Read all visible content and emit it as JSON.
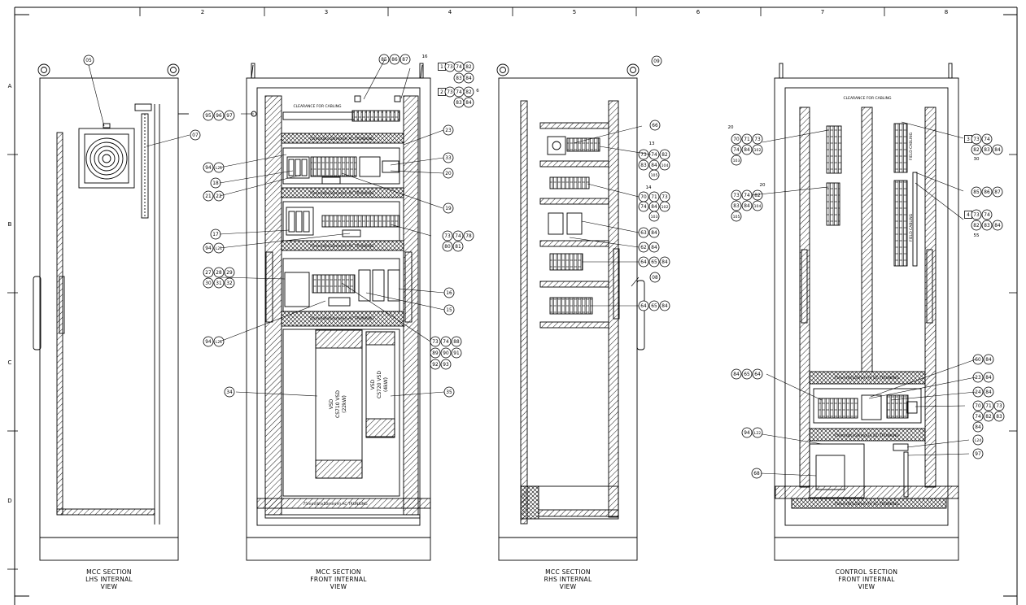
{
  "sheet": {
    "columns": [
      "2",
      "3",
      "4",
      "5",
      "6",
      "7",
      "8"
    ],
    "rows": [
      "A",
      "B",
      "C",
      "D"
    ]
  },
  "views": {
    "lhs": {
      "caption": [
        "MCC SECTION",
        "LHS INTERNAL",
        "VIEW"
      ]
    },
    "front": {
      "caption": [
        "MCC SECTION",
        "FRONT INTERNAL",
        "VIEW"
      ],
      "clearance": "CLEARANCE FOR CABLING",
      "trunking": "75mm(W)x50mm(H) AC TRUNKING",
      "vsd1": [
        "VSD",
        "CS710 VSD",
        "(22kW)"
      ],
      "vsd2": [
        "VSD",
        "CS720 VSD",
        "(4kW)"
      ]
    },
    "rhs": {
      "caption": [
        "MCC SECTION",
        "RHS INTERNAL",
        "VIEW"
      ]
    },
    "control": {
      "caption": [
        "CONTROL SECTION",
        "FRONT INTERNAL",
        "VIEW"
      ],
      "clearance": "CLEARANCE FOR CABLING",
      "field": "FIELD CABLING",
      "dc_trunking": "75mm(W)x50mm(H) DC TRUNKING",
      "ac_trunking": "75mm(W)x50mm(H) AC TRUNKING"
    }
  },
  "callouts": {
    "lhs": [
      "05",
      "95",
      "96",
      "97",
      "07"
    ],
    "front_top": [
      "85",
      "86",
      "87"
    ],
    "front_16": "16",
    "front_box1": [
      "1",
      "73",
      "74",
      "82",
      "83",
      "84"
    ],
    "front_box2": [
      "2",
      "73",
      "74",
      "82",
      "6",
      "83",
      "84"
    ],
    "front_right": [
      "23",
      "33",
      "20",
      "19",
      "73",
      "74",
      "78",
      "80",
      "81",
      "16",
      "15",
      "73",
      "74",
      "88",
      "89",
      "90",
      "91",
      "92",
      "93",
      "35"
    ],
    "front_left": [
      "94",
      "L21",
      "18",
      "21",
      "22",
      "17",
      "94",
      "L21",
      "27",
      "28",
      "29",
      "30",
      "31",
      "32",
      "94",
      "L21",
      "34"
    ],
    "rhs": [
      "09",
      "66",
      "13",
      "73",
      "74",
      "82",
      "83",
      "84",
      "104",
      "105",
      "14",
      "70",
      "71",
      "73",
      "74",
      "84",
      "102",
      "103",
      "63",
      "84",
      "62",
      "84",
      "64",
      "65",
      "84",
      "64",
      "65",
      "84",
      "08"
    ],
    "control_left": [
      "20",
      "70",
      "71",
      "73",
      "74",
      "84",
      "102",
      "103",
      "20",
      "73",
      "74",
      "82",
      "83",
      "84",
      "104",
      "105",
      "84",
      "65",
      "64",
      "94",
      "L22",
      "68"
    ],
    "control_right": [
      "3",
      "73",
      "74",
      "82",
      "83",
      "84",
      "30",
      "85",
      "86",
      "87",
      "4",
      "73",
      "74",
      "82",
      "83",
      "84",
      "55",
      "60",
      "84",
      "23",
      "84",
      "24",
      "84",
      "70",
      "71",
      "73",
      "74",
      "82",
      "83",
      "84",
      "L24",
      "97"
    ]
  }
}
